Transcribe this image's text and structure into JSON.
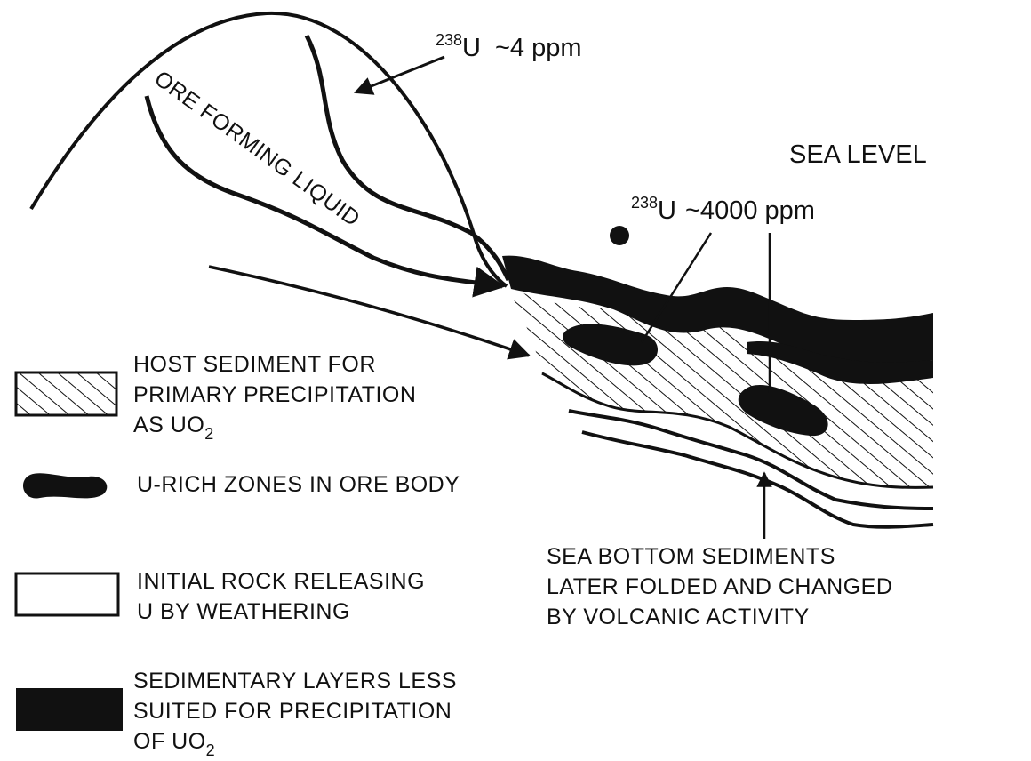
{
  "labels": {
    "u_low_iso": "238",
    "u_low_elem": "U",
    "u_low_conc": "~4 ppm",
    "ore_liquid": "ORE FORMING LIQUID",
    "sea_level": "SEA LEVEL",
    "u_high_iso": "238",
    "u_high_elem": "U",
    "u_high_conc": "~4000 ppm",
    "sea_bottom_1": "SEA BOTTOM SEDIMENTS",
    "sea_bottom_2": "LATER FOLDED AND CHANGED",
    "sea_bottom_3": "BY VOLCANIC ACTIVITY"
  },
  "legend": {
    "host_1": "HOST SEDIMENT FOR",
    "host_2": "PRIMARY PRECIPITATION",
    "host_3a": "AS UO",
    "host_3b": "2",
    "urich": "U-RICH ZONES IN ORE BODY",
    "initial_1": "INITIAL ROCK RELEASING",
    "initial_2": "U BY WEATHERING",
    "sedi_1": "SEDIMENTARY LAYERS LESS",
    "sedi_2": "SUITED FOR PRECIPITATION",
    "sedi_3a": "OF UO",
    "sedi_3b": "2"
  },
  "colors": {
    "ink": "#111111",
    "paper": "#ffffff"
  }
}
